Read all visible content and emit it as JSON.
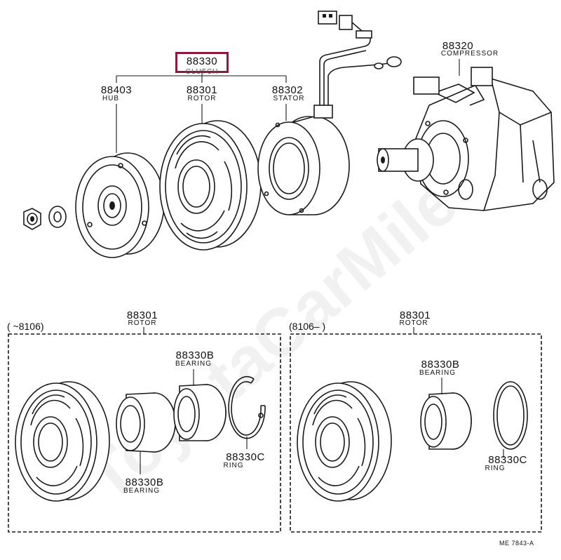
{
  "watermark": "ToyotaCarMiles.ru",
  "clutch": {
    "number": "88330",
    "name": "CLUTCH"
  },
  "hub": {
    "number": "88403",
    "name": "HUB"
  },
  "rotor": {
    "number": "88301",
    "name": "ROTOR"
  },
  "stator": {
    "number": "88302",
    "name": "STATOR"
  },
  "compressor": {
    "number": "88320",
    "name": "COMPRESSOR"
  },
  "left_panel": {
    "range": "(   ~8106)",
    "rotor": {
      "number": "88301",
      "name": "ROTOR"
    },
    "bearing_upper": {
      "number": "88330B",
      "name": "BEARING"
    },
    "bearing_lower": {
      "number": "88330B",
      "name": "BEARING"
    },
    "ring": {
      "number": "88330C",
      "name": "RING"
    }
  },
  "right_panel": {
    "range": "(8106–        )",
    "rotor": {
      "number": "88301",
      "name": "ROTOR"
    },
    "bearing": {
      "number": "88330B",
      "name": "BEARING"
    },
    "ring": {
      "number": "88330C",
      "name": "RING"
    }
  },
  "reference_code": "ME 7843-A",
  "colors": {
    "highlight": "#8b1a3c",
    "line": "#1a1a1a",
    "watermark": "#e2e2e2"
  }
}
